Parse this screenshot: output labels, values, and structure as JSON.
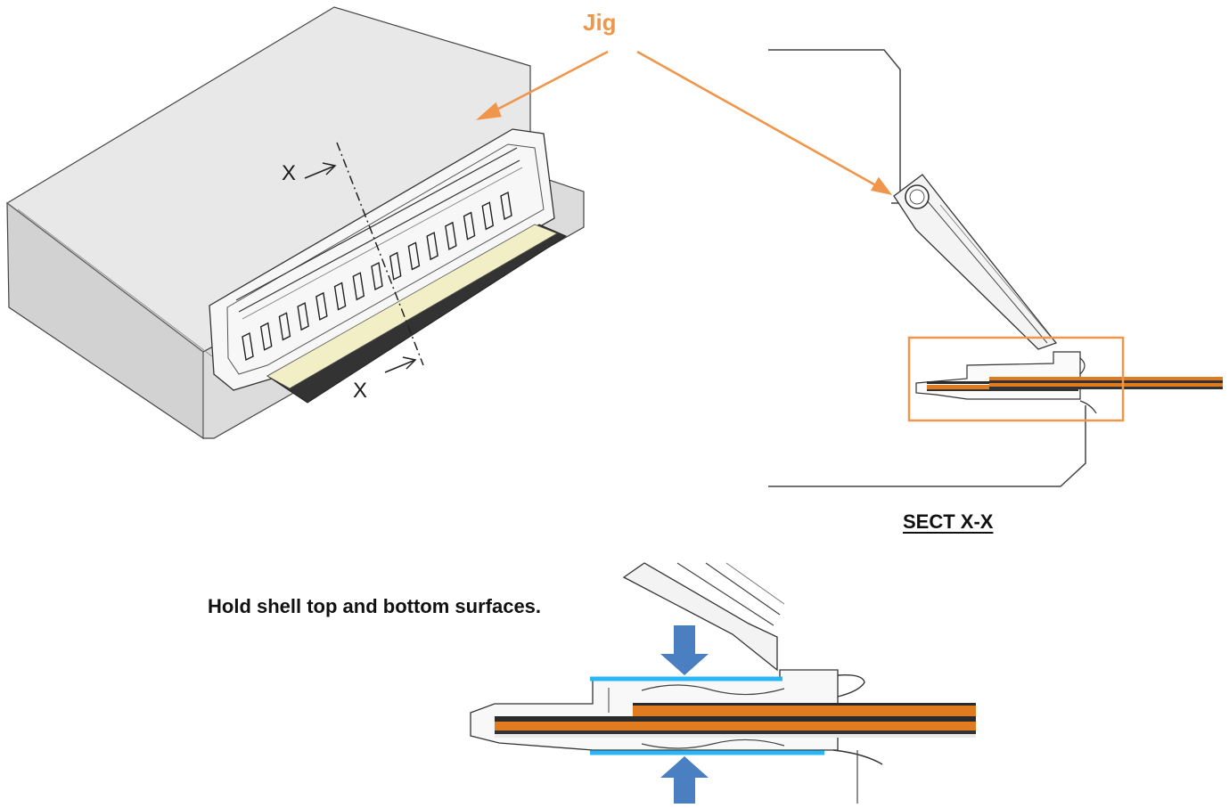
{
  "labels": {
    "jig": "Jig",
    "section_mark_top": "X",
    "section_mark_bottom": "X",
    "section_title": "SECT X-X",
    "hold_instruction": "Hold shell top and bottom surfaces."
  },
  "colors": {
    "callout_orange": "#f0964a",
    "highlight_box": "#f0964a",
    "hold_lines": "#29b6f6",
    "press_arrows": "#4a7fc1",
    "cable_copper": "#e07b1f",
    "cable_dark": "#333333",
    "cable_tape": "#f2efc6",
    "body_gray": "#e3e3e3"
  }
}
